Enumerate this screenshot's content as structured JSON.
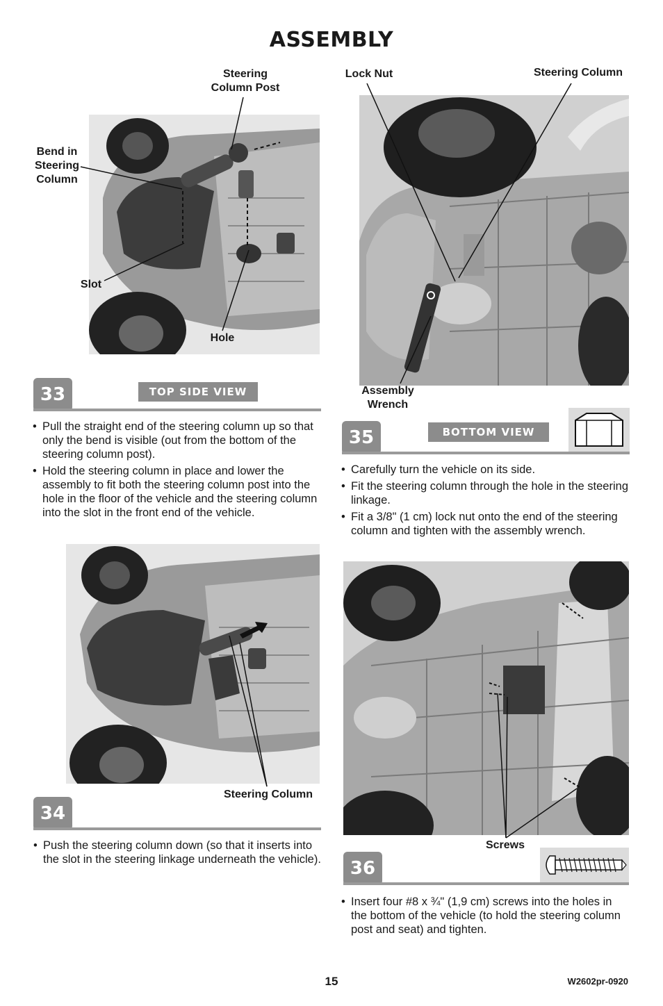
{
  "title": "ASSEMBLY",
  "steps": {
    "s33": {
      "number": "33",
      "view": "TOP SIDE VIEW",
      "callouts": {
        "post": "Steering\nColumn Post",
        "bend": "Bend in\nSteering\nColumn",
        "slot": "Slot",
        "hole": "Hole"
      },
      "bullets": [
        "Pull the straight end of the steering column up so that only the bend is visible (out from the bottom of the steering column post).",
        "Hold the steering column in place and lower the assembly to fit both the steering column post into the hole in the floor of the vehicle and the steering column into the slot in the front end of the vehicle."
      ]
    },
    "s34": {
      "number": "34",
      "callouts": {
        "column": "Steering Column"
      },
      "bullets": [
        "Push the steering column down (so that it inserts into the slot in the steering linkage underneath the vehicle)."
      ]
    },
    "s35": {
      "number": "35",
      "view": "BOTTOM VIEW",
      "callouts": {
        "locknut": "Lock Nut",
        "column": "Steering Column",
        "wrench": "Assembly\nWrench"
      },
      "bullets": [
        "Carefully turn the vehicle on its side.",
        "Fit the steering column through the hole in the steering linkage.",
        "Fit a 3/8\" (1 cm) lock nut onto the end of the steering column and tighten with the assembly wrench."
      ]
    },
    "s36": {
      "number": "36",
      "callouts": {
        "screws": "Screws"
      },
      "bullets": [
        "Insert four #8 x ¾\" (1,9 cm) screws into the holes in the bottom of the vehicle (to hold the steering column post and seat) and tighten."
      ]
    }
  },
  "footer": {
    "page_number": "15",
    "code": "W2602pr-0920"
  }
}
